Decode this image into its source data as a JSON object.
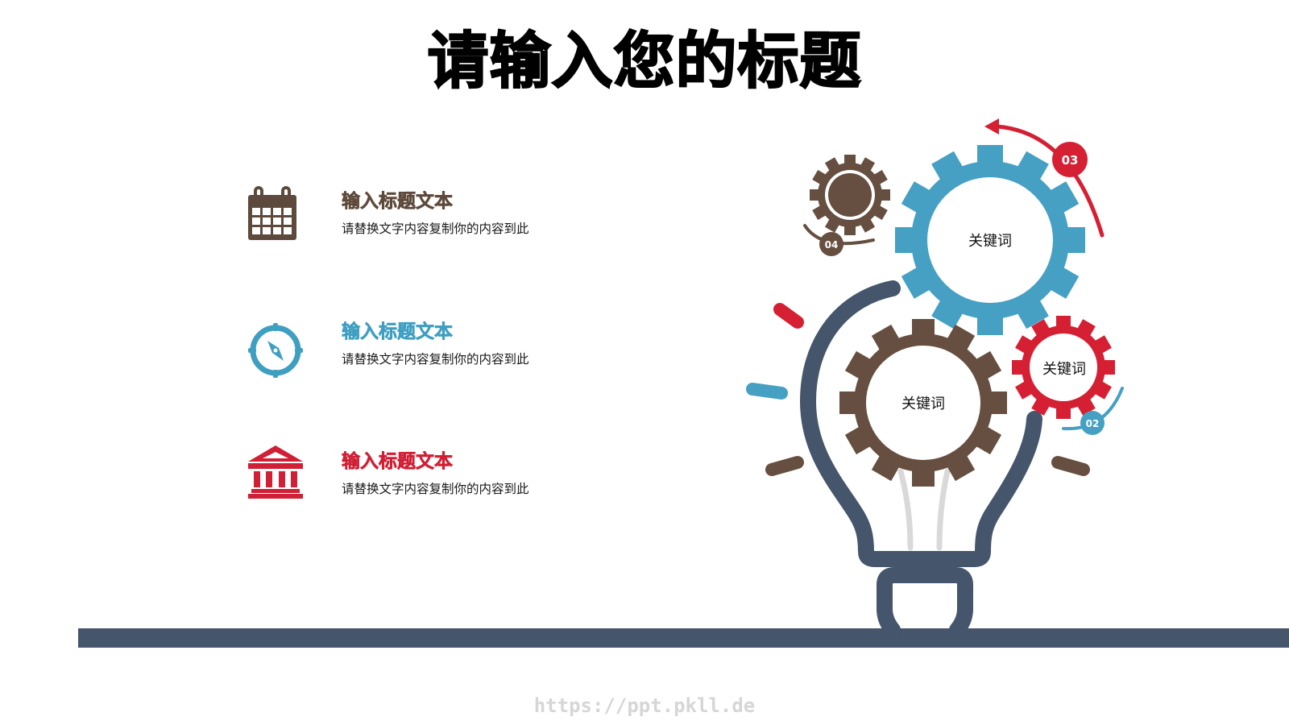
{
  "slide": {
    "title": "请输入您的标题",
    "watermark": "https://ppt.pkll.de"
  },
  "items": [
    {
      "icon": "calendar-icon",
      "heading": "输入标题文本",
      "description": "请替换文字内容复制你的内容到此",
      "color": "#5e4a3c"
    },
    {
      "icon": "compass-icon",
      "heading": "输入标题文本",
      "description": "请替换文字内容复制你的内容到此",
      "color": "#3f9fc1"
    },
    {
      "icon": "bank-icon",
      "heading": "输入标题文本",
      "description": "请替换文字内容复制你的内容到此",
      "color": "#d11f35"
    }
  ],
  "diagram": {
    "gears": [
      {
        "name": "large-blue-gear",
        "label": "关键词",
        "color": "#45a0c3"
      },
      {
        "name": "brown-center-gear",
        "label": "关键词",
        "color": "#664f40"
      },
      {
        "name": "red-small-gear",
        "label": "关键词",
        "color": "#d51f33"
      },
      {
        "name": "small-brown-gear",
        "label": "",
        "color": "#664f40"
      }
    ],
    "badges": [
      {
        "label": "03",
        "color": "#d51f33"
      },
      {
        "label": "04",
        "color": "#664f40"
      },
      {
        "label": "02",
        "color": "#45a0c3"
      }
    ],
    "bulb_color": "#45556b",
    "filament_color": "#d9d9d9"
  }
}
